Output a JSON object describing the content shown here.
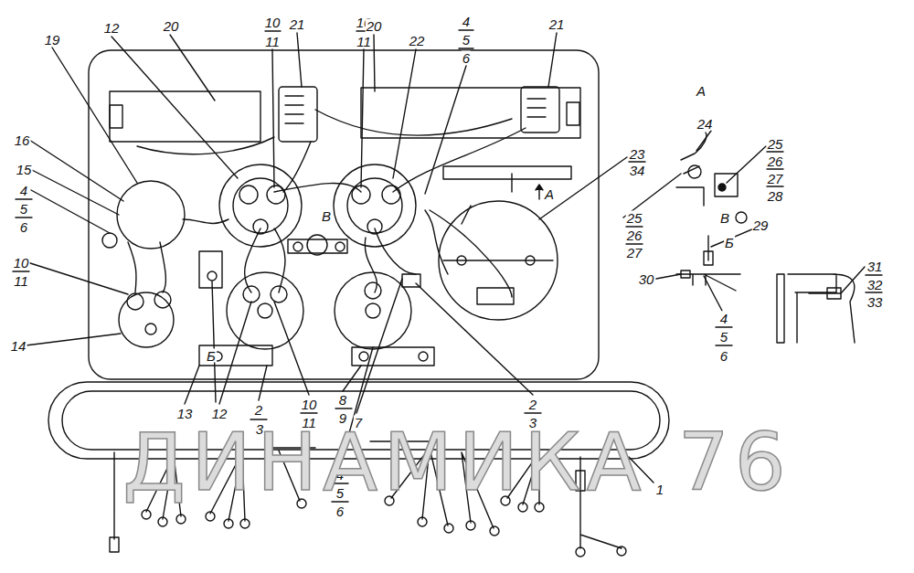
{
  "diagram": {
    "labels": [
      "12",
      "20",
      "10",
      "11",
      "21",
      "10",
      "11",
      "20",
      "22",
      "4",
      "5",
      "6",
      "21",
      "19",
      "16",
      "15",
      "4",
      "5",
      "6",
      "10",
      "11",
      "14",
      "В",
      "А",
      "Б",
      "23",
      "34",
      "А",
      "24",
      "25",
      "26",
      "27",
      "28",
      "25",
      "26",
      "27",
      "В",
      "29",
      "30",
      "4",
      "5",
      "6",
      "Б",
      "31",
      "32",
      "33",
      "13",
      "12",
      "2",
      "3",
      "10",
      "11",
      "8",
      "9",
      "7",
      "4",
      "5",
      "6",
      "2",
      "3",
      "1",
      "ДИНАМИКА 76"
    ]
  }
}
